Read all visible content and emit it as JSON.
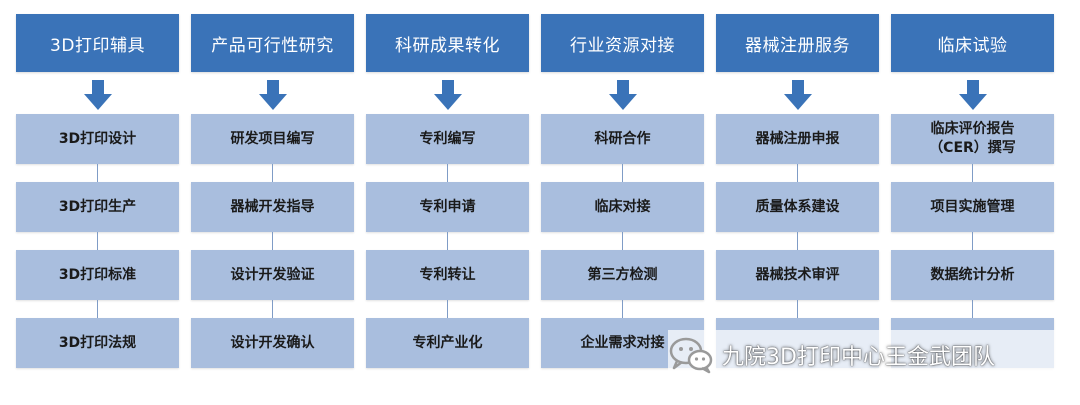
{
  "columns": [
    {
      "title": "3D打印辅具",
      "items": [
        "3D打印设计",
        "3D打印生产",
        "3D打印标准",
        "3D打印法规"
      ]
    },
    {
      "title": "产品可行性研究",
      "items": [
        "研发项目编写",
        "器械开发指导",
        "设计开发验证",
        "设计开发确认"
      ]
    },
    {
      "title": "科研成果转化",
      "items": [
        "专利编写",
        "专利申请",
        "专利转让",
        "专利产业化"
      ]
    },
    {
      "title": "行业资源对接",
      "items": [
        "科研合作",
        "临床对接",
        "第三方检测",
        "企业需求对接"
      ]
    },
    {
      "title": "器械注册服务",
      "items": [
        "器械注册申报",
        "质量体系建设",
        "器械技术审评",
        ""
      ]
    },
    {
      "title": "临床试验",
      "items": [
        "临床评价报告（CER）撰写",
        "项目实施管理",
        "数据统计分析",
        ""
      ]
    }
  ],
  "watermark": {
    "text": "九院3D打印中心王金武团队",
    "icon": "wechat-icon"
  },
  "colors": {
    "header": "#3a73b8",
    "item": "#a9bede",
    "arrow": "#3a73b8"
  }
}
